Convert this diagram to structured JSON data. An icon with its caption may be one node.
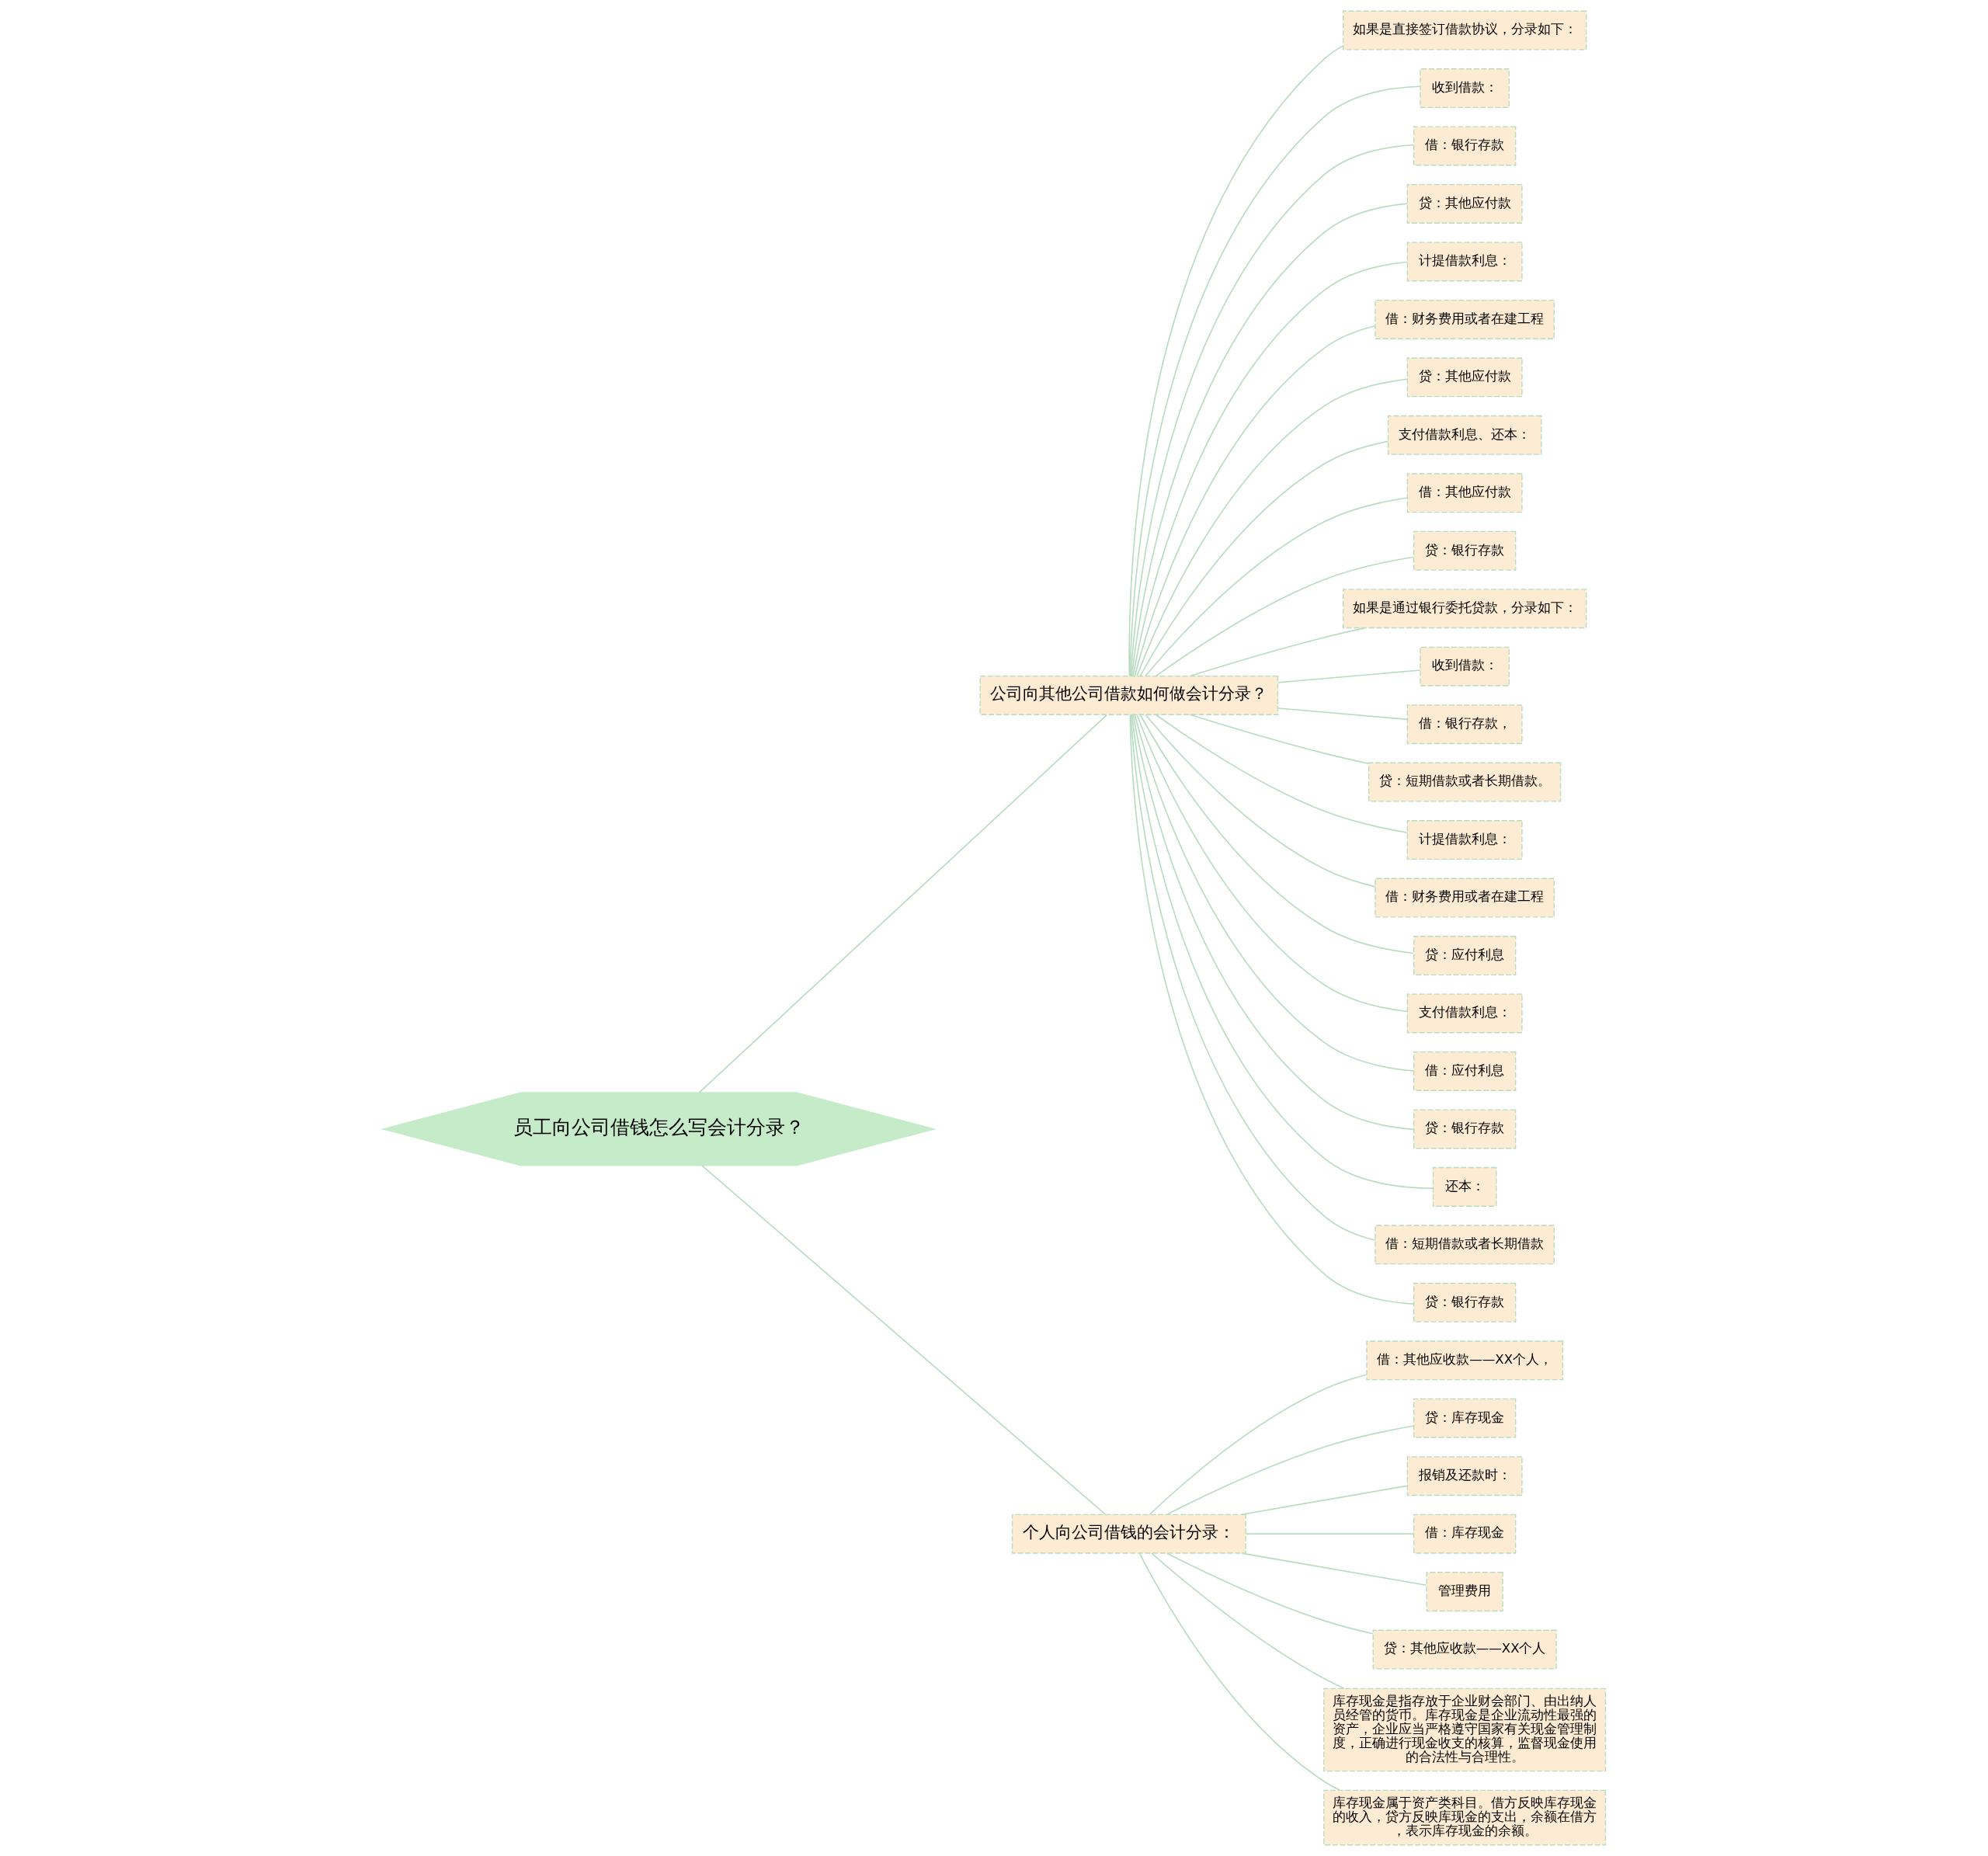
{
  "diagram": {
    "nodes": [
      {
        "text": [
          "员工向公司借钱怎么写会计分录？"
        ]
      },
      {
        "text": [
          "公司向其他公司借款如何做会计分录？"
        ]
      },
      {
        "text": [
          "如果是直接签订借款协议，分录如下："
        ]
      },
      {
        "text": [
          "收到借款："
        ]
      },
      {
        "text": [
          "借：银行存款"
        ]
      },
      {
        "text": [
          "贷：其他应付款"
        ]
      },
      {
        "text": [
          "计提借款利息："
        ]
      },
      {
        "text": [
          "借：财务费用或者在建工程"
        ]
      },
      {
        "text": [
          "贷：其他应付款"
        ]
      },
      {
        "text": [
          "支付借款利息、还本："
        ]
      },
      {
        "text": [
          "借：其他应付款"
        ]
      },
      {
        "text": [
          "贷：银行存款"
        ]
      },
      {
        "text": [
          "如果是通过银行委托贷款，分录如下："
        ]
      },
      {
        "text": [
          "收到借款："
        ]
      },
      {
        "text": [
          "借：银行存款，"
        ]
      },
      {
        "text": [
          "贷：短期借款或者长期借款。"
        ]
      },
      {
        "text": [
          "计提借款利息："
        ]
      },
      {
        "text": [
          "借：财务费用或者在建工程"
        ]
      },
      {
        "text": [
          "贷：应付利息"
        ]
      },
      {
        "text": [
          "支付借款利息："
        ]
      },
      {
        "text": [
          "借：应付利息"
        ]
      },
      {
        "text": [
          "贷：银行存款"
        ]
      },
      {
        "text": [
          "还本："
        ]
      },
      {
        "text": [
          "借：短期借款或者长期借款"
        ]
      },
      {
        "text": [
          "贷：银行存款"
        ]
      },
      {
        "text": [
          "个人向公司借钱的会计分录："
        ]
      },
      {
        "text": [
          "借：其他应收款——XX个人，"
        ]
      },
      {
        "text": [
          "贷：库存现金"
        ]
      },
      {
        "text": [
          "报销及还款时："
        ]
      },
      {
        "text": [
          "借：库存现金"
        ]
      },
      {
        "text": [
          "管理费用"
        ]
      },
      {
        "text": [
          "贷：其他应收款——XX个人"
        ]
      },
      {
        "text": [
          "库存现金是指存放于企业财会部门、由出纳人员经管的货币。库存现金是企业流动性最强的资产，企业应当严格遵守国家有关现金管理制度，正确进行现金收支的核算，监督现金使用的合法性与合理性。"
        ]
      },
      {
        "text": [
          "库存现金属于资产类科目。借方反映库存现金的收入，贷方反映库现金的支出，余额在借方，表示库存现金的余额。"
        ]
      }
    ],
    "edges": [
      {
        "from": 0,
        "to": 1,
        "arrow": "none"
      },
      {
        "from": 1,
        "to": 2,
        "arrow": "none"
      },
      {
        "from": 1,
        "to": 3,
        "arrow": "none"
      },
      {
        "from": 1,
        "to": 4,
        "arrow": "none"
      },
      {
        "from": 1,
        "to": 5,
        "arrow": "none"
      },
      {
        "from": 1,
        "to": 6,
        "arrow": "none"
      },
      {
        "from": 1,
        "to": 7,
        "arrow": "none"
      },
      {
        "from": 1,
        "to": 8,
        "arrow": "none"
      },
      {
        "from": 1,
        "to": 9,
        "arrow": "none"
      },
      {
        "from": 1,
        "to": 10,
        "arrow": "none"
      },
      {
        "from": 1,
        "to": 11,
        "arrow": "none"
      },
      {
        "from": 1,
        "to": 12,
        "arrow": "none"
      },
      {
        "from": 1,
        "to": 13,
        "arrow": "none"
      },
      {
        "from": 1,
        "to": 14,
        "arrow": "none"
      },
      {
        "from": 1,
        "to": 15,
        "arrow": "none"
      },
      {
        "from": 1,
        "to": 16,
        "arrow": "none"
      },
      {
        "from": 1,
        "to": 17,
        "arrow": "none"
      },
      {
        "from": 1,
        "to": 18,
        "arrow": "none"
      },
      {
        "from": 1,
        "to": 19,
        "arrow": "none"
      },
      {
        "from": 1,
        "to": 20,
        "arrow": "none"
      },
      {
        "from": 1,
        "to": 21,
        "arrow": "none"
      },
      {
        "from": 1,
        "to": 22,
        "arrow": "none"
      },
      {
        "from": 1,
        "to": 23,
        "arrow": "none"
      },
      {
        "from": 1,
        "to": 24,
        "arrow": "none"
      },
      {
        "from": 0,
        "to": 25,
        "arrow": "none"
      },
      {
        "from": 25,
        "to": 26,
        "arrow": "none"
      },
      {
        "from": 25,
        "to": 27,
        "arrow": "none"
      },
      {
        "from": 25,
        "to": 28,
        "arrow": "none"
      },
      {
        "from": 25,
        "to": 29,
        "arrow": "none"
      },
      {
        "from": 25,
        "to": 30,
        "arrow": "none"
      },
      {
        "from": 25,
        "to": 31,
        "arrow": "none"
      },
      {
        "from": 25,
        "to": 32,
        "arrow": "none"
      },
      {
        "from": 25,
        "to": 33,
        "arrow": "none"
      }
    ]
  }
}
